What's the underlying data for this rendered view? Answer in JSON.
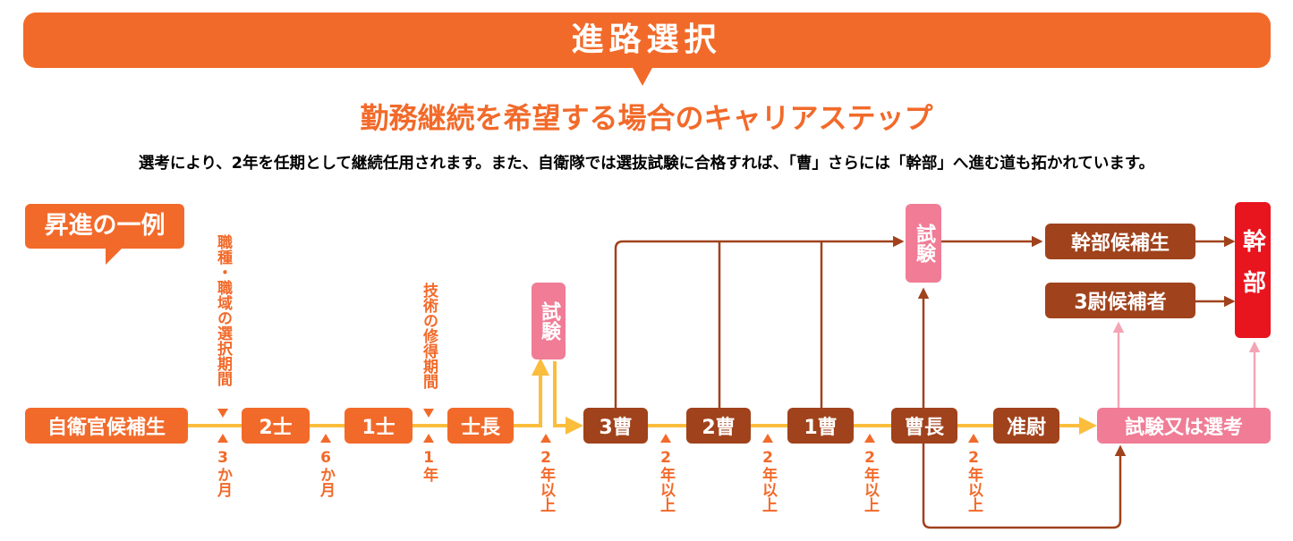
{
  "header": {
    "title": "進路選択"
  },
  "subtitle": "勤務継続を希望する場合のキャリアステップ",
  "description": "選考により、2年を任期として継続任用されます。また、自衛隊では選抜試験に合格すれば、「曹」さらには「幹部」へ進む道も拓かれています。",
  "example_label": "昇進の一例",
  "nodes": {
    "candidate": "自衛官候補生",
    "private2": "2士",
    "private1": "1士",
    "leading_private": "士長",
    "sergeant3": "3曹",
    "sergeant2": "2曹",
    "sergeant1": "1曹",
    "master_sergeant": "曹長",
    "warrant_officer": "准尉",
    "exam_or_selection": "試験又は選考",
    "exam_a": "試験",
    "exam_b": "試験",
    "officer_candidate": "幹部候補生",
    "lt3_candidate": "3尉候補者",
    "officer": "幹部"
  },
  "notes": {
    "job_selection_period": "職種・職域の選択期間",
    "three_months": "3か月",
    "six_months": "6か月",
    "skill_period": "技術の修得期間",
    "one_year": "1年",
    "two_years_plus": "2年以上"
  },
  "colors": {
    "orange": "#f26a2a",
    "brown": "#a0421c",
    "pink": "#f07c95",
    "red": "#e8141e",
    "yellow_line": "#fbbd3c",
    "pink_line": "#f4a5b5"
  }
}
